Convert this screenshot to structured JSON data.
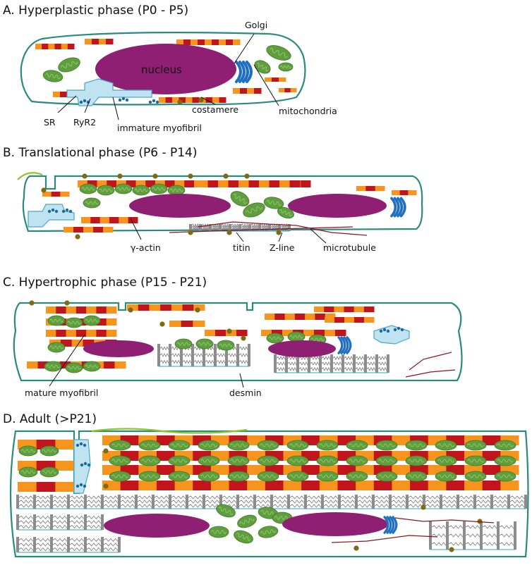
{
  "panels": {
    "a": {
      "title": "A. Hyperplastic phase (P0 - P5)",
      "labels": {
        "nucleus": "nucleus",
        "golgi": "Golgi",
        "mitochondria": "mitochondria",
        "costamere": "costamere",
        "sr": "SR",
        "ryr2": "RyR2",
        "immature_myofibril": "immature myofibril"
      }
    },
    "b": {
      "title": "B. Translational phase (P6 - P14)",
      "labels": {
        "gamma_actin": "γ-actin",
        "titin": "titin",
        "z_line": "Z-line",
        "microtubule": "microtubule"
      }
    },
    "c": {
      "title": "C. Hypertrophic phase (P15 - P21)",
      "labels": {
        "mature_myofibril": "mature myofibril",
        "desmin": "desmin"
      }
    },
    "d": {
      "title": "D. Adult (>P21)"
    }
  },
  "colors": {
    "membrane": "#2a8a7e",
    "nucleus": "#8e1f73",
    "mitochondria": "#5f9e3c",
    "sarcomere_dark": "#c2141b",
    "sarcomere_light": "#f7941d",
    "golgi": "#1f6fc0",
    "sr": "#bfe3f0",
    "costamere": "#7c6b12",
    "microtubule": "#8b1420",
    "z_line": "#8c8c8c",
    "desmin": "#2aa6c8",
    "collagen": "#8fc42b"
  }
}
